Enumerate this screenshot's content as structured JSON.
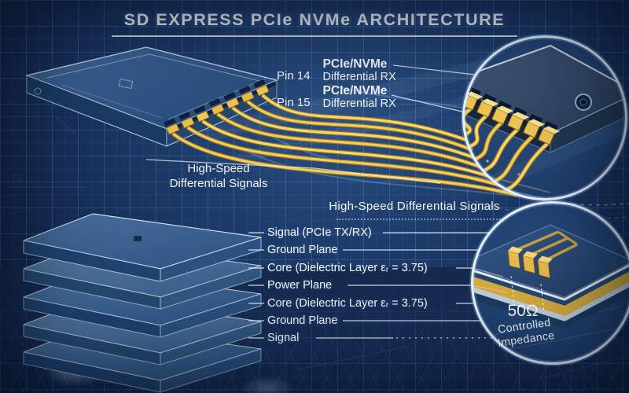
{
  "title": "SD EXPRESS PCIe NVMe ARCHITECTURE",
  "pin_callouts": [
    {
      "pin": "Pin 14",
      "protocol": "PCIe/NVMe",
      "signal": "Differential RX"
    },
    {
      "pin": "Pin 15",
      "protocol": "PCIe/NVMe",
      "signal": "Differential RX"
    }
  ],
  "signals_callout": {
    "line1": "High-Speed",
    "line2": "Differential Signals"
  },
  "stackup": {
    "heading": "High-Speed Differential Signals",
    "layers": [
      "Signal (PCIe TX/RX)",
      "Ground Plane",
      "Core (Dielectric Layer εᵣ = 3.75)",
      "Power Plane",
      "Core (Dielectric Layer εᵣ = 3.75)",
      "Ground Plane",
      "Signal"
    ]
  },
  "impedance": {
    "value": "50Ω",
    "line1": "Controlled",
    "line2": "Impedance"
  },
  "colors": {
    "background": "#16294e",
    "grid_line": "#3d5f94",
    "trace_gold": "#e9bd4e",
    "line_white": "#eef3fa"
  }
}
